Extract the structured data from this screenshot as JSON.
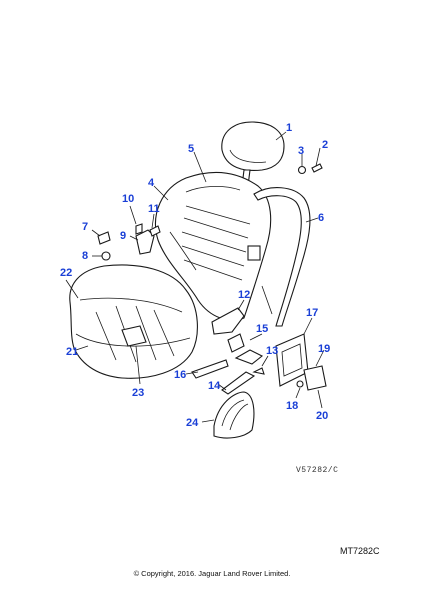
{
  "callouts": [
    "1",
    "2",
    "3",
    "4",
    "5",
    "6",
    "7",
    "8",
    "9",
    "10",
    "11",
    "12",
    "13",
    "14",
    "15",
    "16",
    "17",
    "18",
    "19",
    "20",
    "21",
    "22",
    "23",
    "24"
  ],
  "reference_code": "V57282/C",
  "illustration_code": "MT7282C",
  "copyright": "© Copyright, 2016. Jaguar Land Rover Limited.",
  "colors": {
    "callout": "#1a3fd6",
    "line": "#1a1a1a",
    "background": "#ffffff"
  }
}
